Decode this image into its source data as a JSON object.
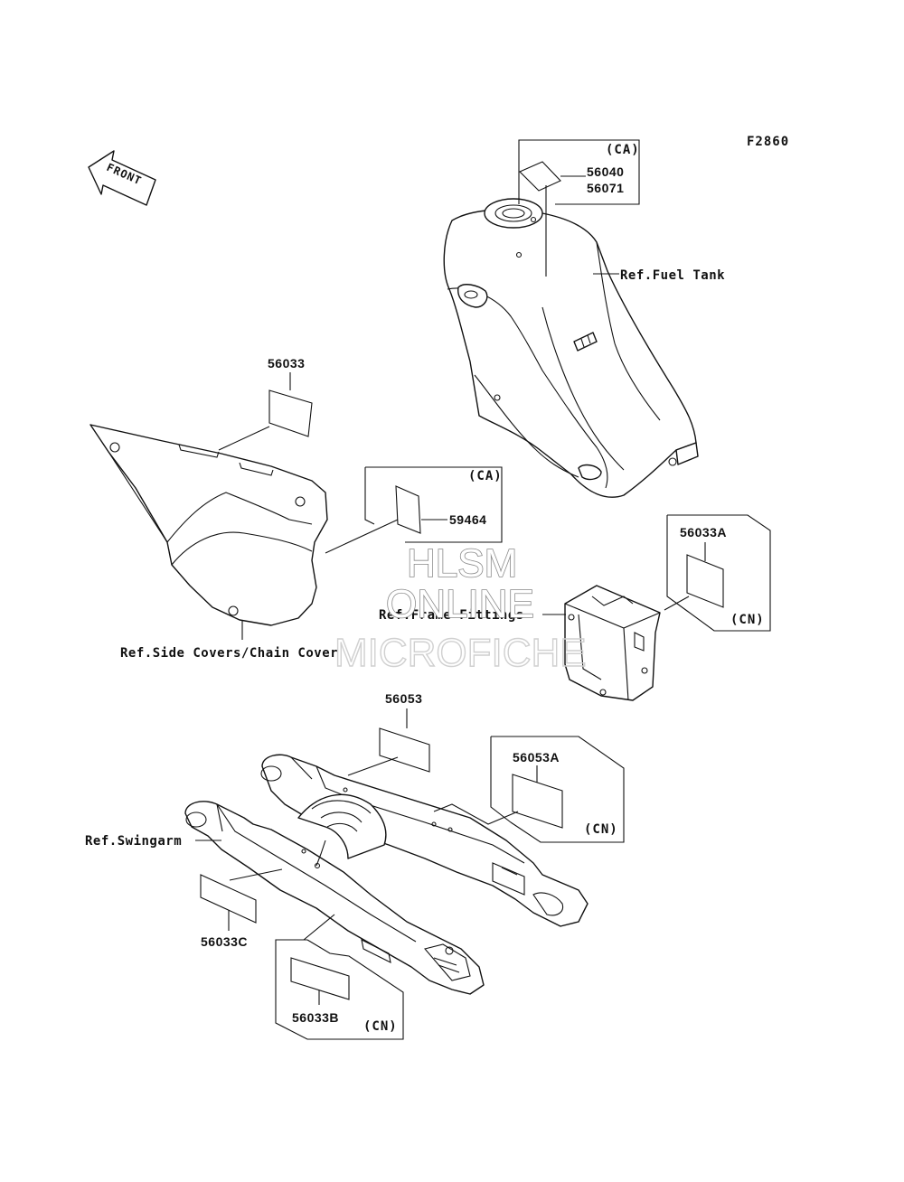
{
  "figure_code": "F2860",
  "front_arrow": {
    "text": "FRONT",
    "icon": "front-direction-arrow-icon"
  },
  "watermark": {
    "line1": "HLSM",
    "line2": "ONLINE",
    "line3": "MICROFICHE"
  },
  "refs": {
    "fuel_tank": "Ref.Fuel Tank",
    "side_covers": "Ref.Side Covers/Chain Cover",
    "frame_fittings": "Ref.Frame Fittings",
    "swingarm": "Ref.Swingarm"
  },
  "callouts": {
    "fuel_tank_label": {
      "region": "(CA)",
      "part1": "56040",
      "part2": "56071"
    },
    "side_cover_label": {
      "part": "56033"
    },
    "side_cover_ca_label": {
      "region": "(CA)",
      "part": "59464"
    },
    "frame_label": {
      "part": "56033A",
      "region": "(CN)"
    },
    "swingarm_top_label": {
      "part": "56053"
    },
    "swingarm_cn_label": {
      "part": "56053A",
      "region": "(CN)"
    },
    "swingarm_side_label": {
      "part": "56033C"
    },
    "swingarm_bottom_label": {
      "part": "56033B",
      "region": "(CN)"
    }
  }
}
